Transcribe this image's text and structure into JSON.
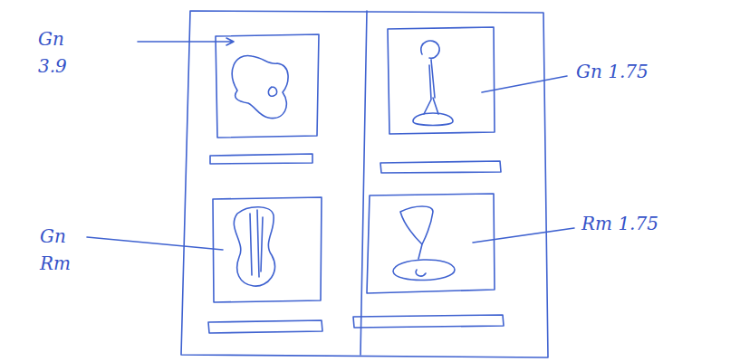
{
  "diagram": {
    "labels": [
      "Gn 3.9",
      "Gn 1.75",
      "Gn Rm",
      "Rm 1.75"
    ]
  }
}
